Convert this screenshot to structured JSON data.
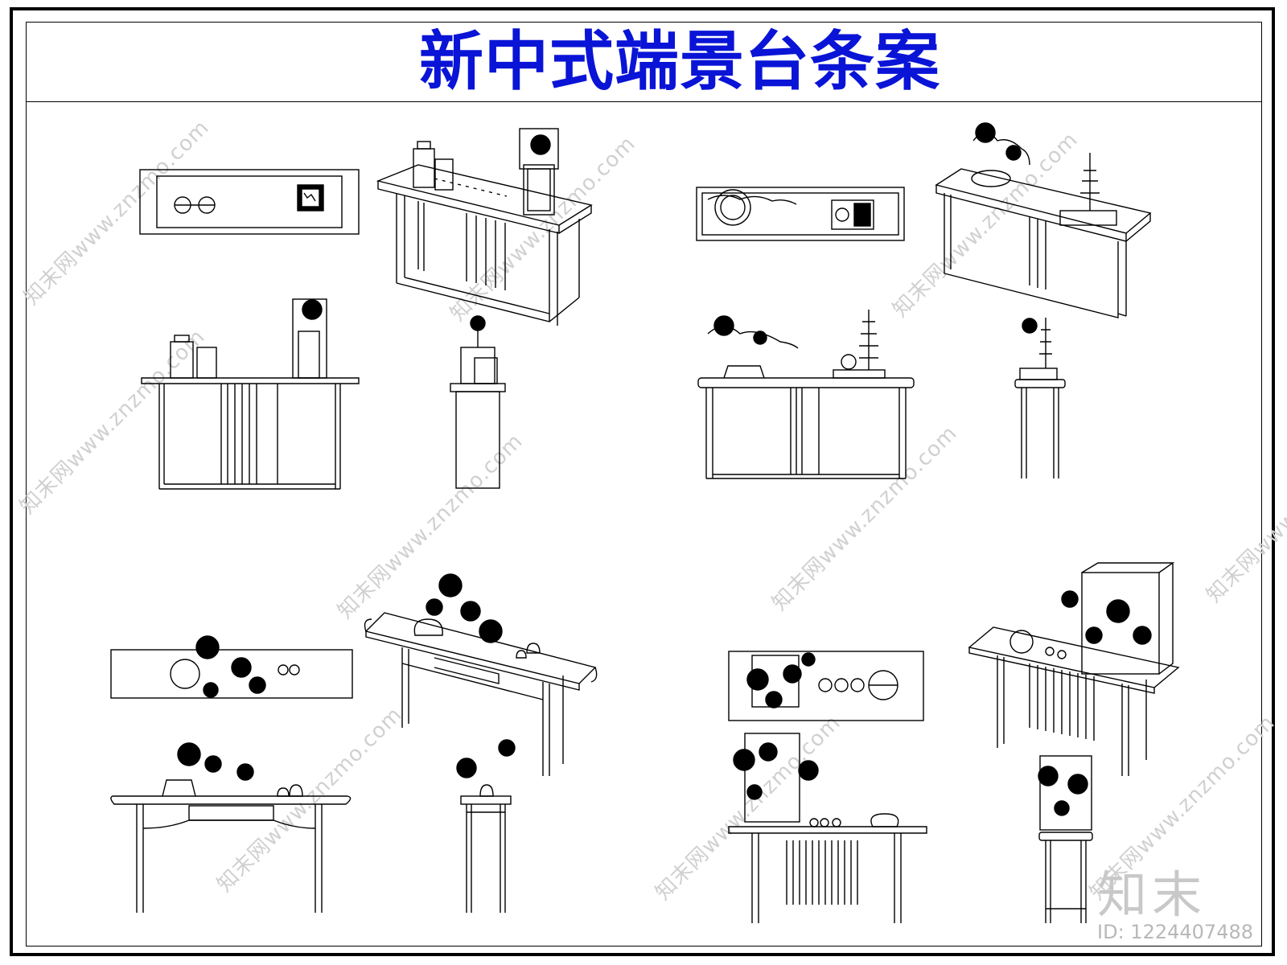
{
  "title": "新中式端景台条案",
  "watermark": "知末网www.znzmo.com",
  "logo": "知末",
  "image_id": "ID: 1224407488",
  "colors": {
    "title": "#0a14d6",
    "line": "#000000",
    "watermark": "#d0d0d0"
  }
}
